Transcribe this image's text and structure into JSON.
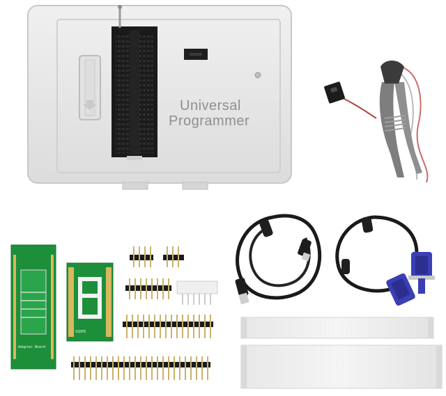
{
  "programmer": {
    "label_line1": "Universal",
    "label_line2": "Programmer"
  },
  "adapter_board": {
    "label": "Adapter Board"
  },
  "sop_board": {
    "label": "SSOP8"
  },
  "colors": {
    "case": "#e7e7e7",
    "socket": "#1c1c1c",
    "pcb_green": "#1d8f3a",
    "cable": "#1a1a1a",
    "vga_blue": "#3a3fb5",
    "clip_red": "#b2423f"
  }
}
